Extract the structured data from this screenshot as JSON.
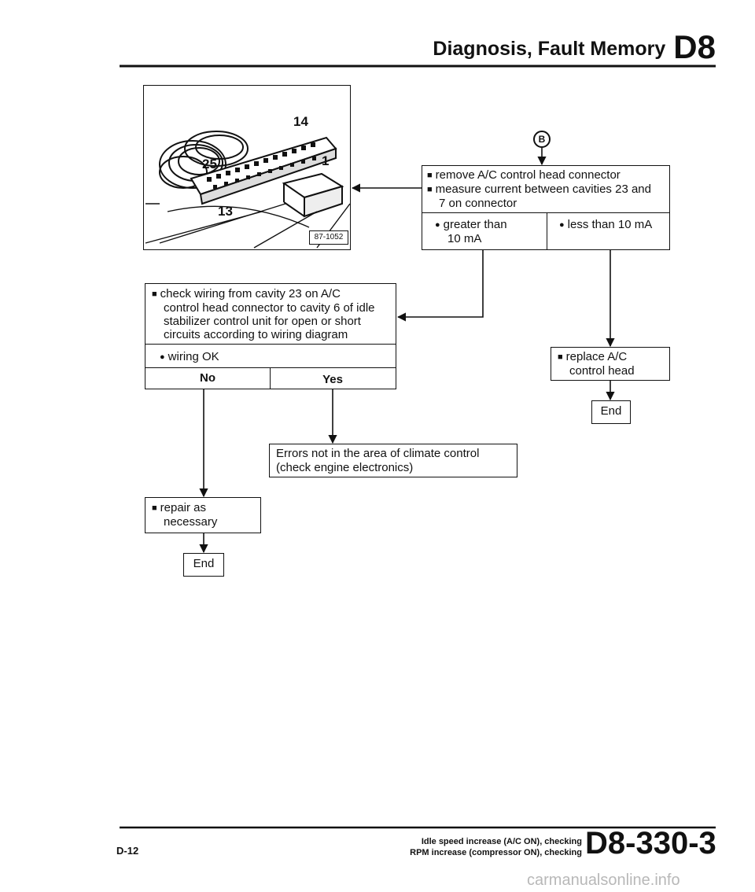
{
  "header": {
    "title": "Diagnosis, Fault Memory",
    "code": "D8"
  },
  "figure": {
    "label_14": "14",
    "label_25": "25",
    "label_1": "1",
    "label_13": "13",
    "ref": "87-1052"
  },
  "section_marker": "B",
  "step_measure": {
    "line1": "remove A/C control head connector",
    "line2": "measure current between cavities 23 and",
    "line3": "7 on connector",
    "left_line1": "greater than",
    "left_line2": "10 mA",
    "right": "less than 10 mA"
  },
  "step_check": {
    "line1": "check wiring from cavity 23 on A/C",
    "line2": "control head connector to cavity 6 of idle",
    "line3": "stabilizer control unit for open or short",
    "line4": "circuits according to wiring diagram",
    "condition": "wiring OK",
    "no": "No",
    "yes": "Yes"
  },
  "step_replace": {
    "line1": "replace A/C",
    "line2": "control head",
    "end": "End"
  },
  "step_errors": {
    "line1": "Errors not in the area of climate control",
    "line2": "(check engine electronics)"
  },
  "step_repair": {
    "line1": "repair as",
    "line2": "necessary",
    "end": "End"
  },
  "footer": {
    "page": "D-12",
    "line1": "Idle speed increase (A/C ON), checking",
    "line2": "RPM increase (compressor ON), checking",
    "code": "D8-330-3"
  },
  "watermark": "carmanualsonline.info"
}
